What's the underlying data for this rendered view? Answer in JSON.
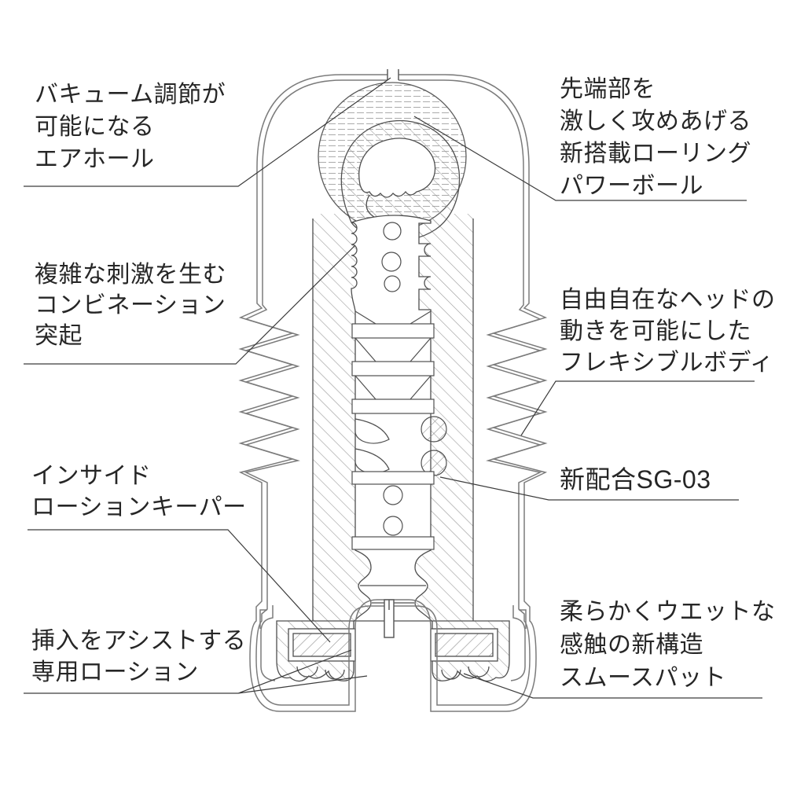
{
  "labels": {
    "air_hole": {
      "lines": [
        "バキューム調節が",
        "可能になる",
        "エアホール"
      ]
    },
    "power_ball": {
      "lines": [
        "先端部を",
        "激しく攻めあげる",
        "新搭載ローリング",
        "パワーボール"
      ]
    },
    "combination_bumps": {
      "lines": [
        "複雑な刺激を生む",
        "コンビネーション",
        "突起"
      ]
    },
    "flexible_body": {
      "lines": [
        "自由自在なヘッドの",
        "動きを可能にした",
        "フレキシブルボディ"
      ]
    },
    "sg03": {
      "lines": [
        "新配合SG-03"
      ]
    },
    "lotion_keeper": {
      "lines": [
        "インサイド",
        "ローションキーパー"
      ]
    },
    "lotion": {
      "lines": [
        "挿入をアシストする",
        "専用ローション"
      ]
    },
    "smooth_pad": {
      "lines": [
        "柔らかくウエットな",
        "感触の新構造",
        "スムースパット"
      ]
    }
  },
  "colors": {
    "background": "#ffffff",
    "text": "#262626",
    "casing_line": "#7b7b7b",
    "sleeve_line": "#4f4f4f",
    "leader_line": "#3c3c3c",
    "hatch": "#9b9b9b"
  }
}
